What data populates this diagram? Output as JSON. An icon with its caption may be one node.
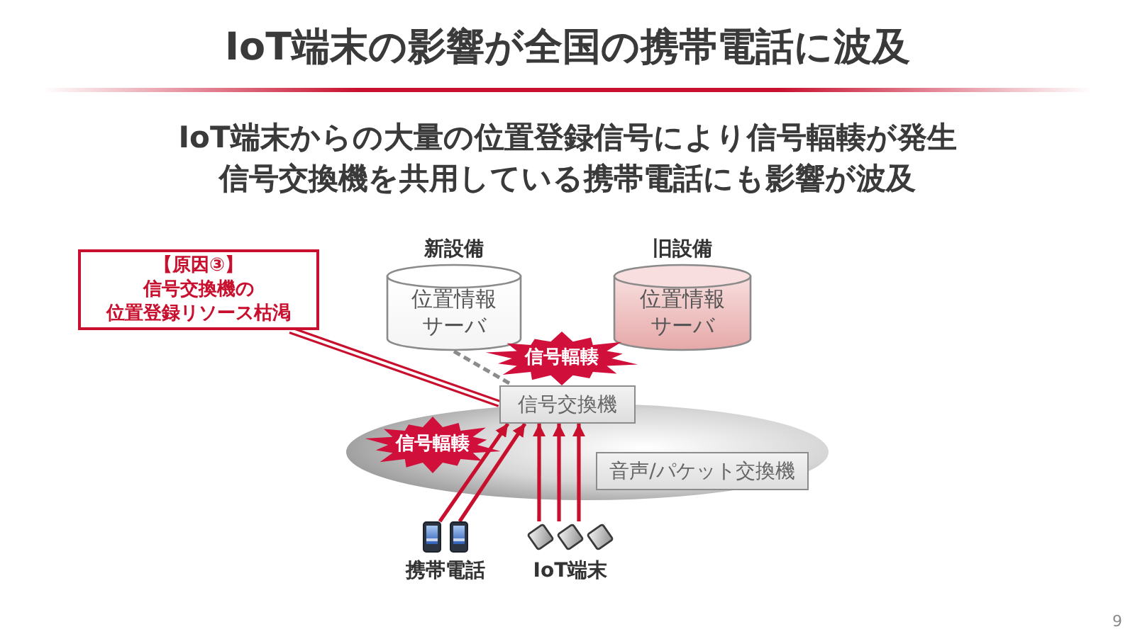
{
  "diagram": {
    "title": "IoT端末の影響が全国の携帯電話に波及",
    "nodes": [
      {
        "text": [
          "【原因③】",
          "信号交換機の位置登録リソース枯渇"
        ]
      },
      {
        "text": [
          "新設備",
          "位置情報サーバ"
        ]
      },
      {
        "text": [
          "旧設備",
          "位置情報サーバ"
        ]
      },
      {
        "text": [
          "信号輻輳"
        ]
      },
      {
        "text": [
          "信号交換機"
        ]
      },
      {
        "text": [
          "信号輻輳"
        ]
      },
      {
        "text": [
          "音声/パケット交換機"
        ]
      },
      {
        "text": [
          "携帯電話"
        ]
      },
      {
        "text": [
          "IoT端末"
        ]
      }
    ],
    "edges": [
      {
        "from": 0,
        "to": 4,
        "arrow": "none",
        "color": "#c8102e"
      },
      {
        "from": 1,
        "to": 4,
        "arrow": "none",
        "style": "dashed",
        "color": "#8c8c8c"
      },
      {
        "from": 7,
        "to": 4,
        "arrow": "to",
        "color": "#c8102e"
      },
      {
        "from": 7,
        "to": 4,
        "arrow": "to",
        "color": "#c8102e"
      },
      {
        "from": 8,
        "to": 4,
        "arrow": "to",
        "color": "#c8102e"
      },
      {
        "from": 8,
        "to": 4,
        "arrow": "to",
        "color": "#c8102e"
      },
      {
        "from": 8,
        "to": 4,
        "arrow": "to",
        "color": "#c8102e"
      }
    ],
    "labels": [
      "IoT端末からの大量の位置登録信号により信号輻輳が発生",
      "信号交換機を共用している携帯電話にも影響が波及",
      "9"
    ]
  }
}
